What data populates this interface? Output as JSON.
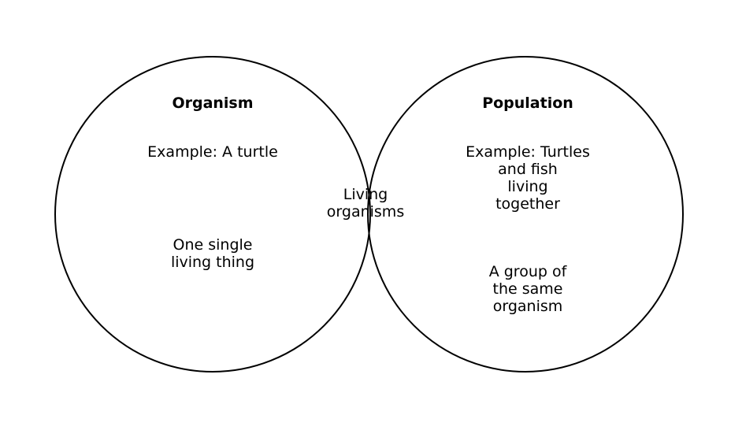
{
  "diagram": {
    "left_set": {
      "title": "Organism",
      "example": "Example: A turtle",
      "description": "One single\nliving thing"
    },
    "intersection": {
      "text": "Living\norganisms"
    },
    "right_set": {
      "title": "Population",
      "example": "Example: Turtles\nand fish\nliving\ntogether",
      "description": "A group of\nthe same\norganism"
    },
    "colors": {
      "stroke": "#000000",
      "background": "#ffffff",
      "text": "#000000"
    }
  }
}
